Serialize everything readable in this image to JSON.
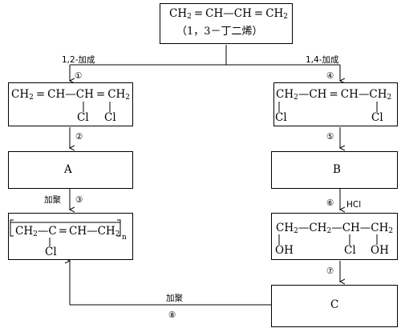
{
  "top": {
    "formula_main": "CH",
    "sub2": "2",
    "eq": "=",
    "formula_mid": "CH—CH",
    "name": "（1，3－丁二烯）"
  },
  "branches": {
    "left_label": "1,2-加成",
    "left_step": "①",
    "right_label": "1,4-加成",
    "right_step": "④"
  },
  "left1": {
    "ch": "CH",
    "eq": "=",
    "ch2": "CH—CH",
    "eq2": "=",
    "ch3": "CH",
    "cl1": "Cl",
    "cl2": "Cl"
  },
  "right1": {
    "ch2a": "CH",
    "mid": "—CH",
    "eq": "=",
    "mid2": "CH—CH",
    "cl1": "Cl",
    "cl2": "Cl"
  },
  "steps": {
    "s2": "②",
    "s3_label": "加聚",
    "s3": "③",
    "s5": "⑤",
    "s6": "⑥",
    "s6_reagent": "HCl",
    "s7": "⑦",
    "s8_label": "加聚",
    "s8": "⑧"
  },
  "boxA": {
    "label": "A"
  },
  "boxB": {
    "label": "B"
  },
  "boxC": {
    "label": "C"
  },
  "polymer": {
    "bracket_left": "[",
    "ch": "CH",
    "c": "—C",
    "eq": "=",
    "ch2": "CH—CH",
    "bracket_right": "]",
    "n": "n",
    "cl": "Cl"
  },
  "diol": {
    "ch2": "CH",
    "d1": "—CH",
    "d2": "—CH—CH",
    "oh1": "OH",
    "cl": "Cl",
    "oh2": "OH"
  }
}
